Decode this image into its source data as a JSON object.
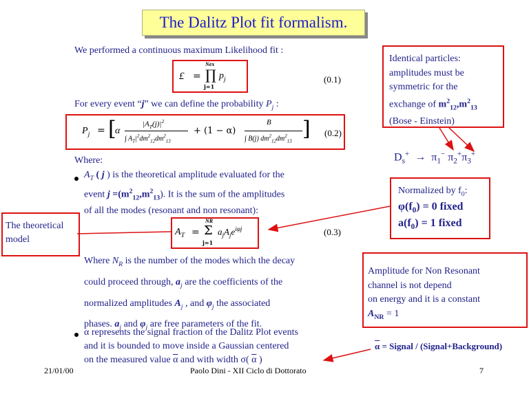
{
  "title": "The Dalitz Plot fit formalism.",
  "intro": "We performed a continuous maximum Likelihood fit :",
  "eq1": {
    "lhs": "£",
    "eq": "=",
    "prod": "∏",
    "top": "Nex",
    "bottom": "j=1",
    "term": "p",
    "sub": "j",
    "num": "(0.1)"
  },
  "event_line": {
    "a": "For every event “",
    "j": "j",
    "b": "” we can define the probability ",
    "P": "P",
    "Pj": "j",
    "colon": " :"
  },
  "eq2": {
    "lhs": "P",
    "lhs_sub": "j",
    "eq": "=",
    "alpha": "α",
    "num1": "|A",
    "num1_sub": "T",
    "num1_b": "(j)|",
    "num1_sup": "2",
    "den1": "∫ A",
    "den1_sub": "T",
    "den1_b": "|",
    "den1_sup": "2",
    "den1_c": "dm",
    "den1_d": "2",
    "den1_e": "12",
    "den1_f": "dm",
    "den1_g": "2",
    "den1_h": "13",
    "plus": "+ (1 − α)",
    "num2": "B",
    "den2": "∫ B(j) dm",
    "den2_b": "2",
    "den2_c": "12",
    "den2_d": "dm",
    "den2_e": "2",
    "den2_f": "13",
    "num": "(0.2)"
  },
  "where": "Where:",
  "bullet1": {
    "l1a": "A",
    "l1sub": "T",
    "l1b": " ( ",
    "l1j": "j",
    "l1c": " ) is the theoretical amplitude evaluated for the",
    "l2a": "event ",
    "l2j": "j",
    "l2b": " =(m",
    "l2c": "2",
    "l2d": "12",
    "l2e": ",m",
    "l2f": "2",
    "l2g": "13",
    "l2h": ").  It is the sum of the amplitudes",
    "l3": "of  all the modes (resonant and non resonant):"
  },
  "eq3": {
    "lhs": "A",
    "lhs_sub": "T",
    "eq": "=",
    "sum": "Σ",
    "top": "NR",
    "bottom": "j=1",
    "term": "a",
    "t_sub": "j",
    "t2": "A",
    "t2_sub": "j",
    "t3": "e",
    "t3_sup": "iφj",
    "num": "(0.3)"
  },
  "where_nr": {
    "l1a": "Where ",
    "l1b": "N",
    "l1c": "R",
    "l1d": " is the number of the modes which the decay",
    "l2a": "could proceed  through, ",
    "l2b": "a",
    "l2c": "j",
    "l2d": " are the coefficients of the",
    "l3a": "normalized amplitudes ",
    "l3b": "A",
    "l3c": "j",
    "l3d": " ,  and ",
    "l3e": "φ",
    "l3f": "j",
    "l3g": " the associated",
    "l4a": "phases.   ",
    "l4b": "a",
    "l4c": "j",
    "l4d": " and ",
    "l4e": "φ",
    "l4f": "j",
    "l4g": " are free parameters of the fit."
  },
  "bullet2": {
    "l1a": "α",
    "l1b": " represents the signal fraction of the Dalitz Plot events",
    "l2": "and it is bounded to move inside a Gaussian centered",
    "l3a": "on the measured value  ",
    "l3b": "α",
    "l3c": "  and with  width ",
    "l3d": "σ( ",
    "l3e": "α",
    "l3f": " )"
  },
  "box_theoretical": {
    "l1": "The theoretical",
    "l2": "model"
  },
  "box_identical": {
    "l1": "Identical particles:",
    "l2": "amplitudes must be",
    "l3": "symmetric for the",
    "l4a": "exchange of ",
    "l4b": "m",
    "l4c": "2",
    "l4d": "12",
    "l4e": ",m",
    "l4f": "2",
    "l4g": "13",
    "l5": "(Bose -  Einstein)"
  },
  "decay": {
    "D": "D",
    "D_sub": "s",
    "D_sup": "+",
    "arrow": "→",
    "p1": "π",
    "p1_sub": "1",
    "p1_sup": "−",
    "p2": "π",
    "p2_sub": "2",
    "p2_sup": "+",
    "p3": "π",
    "p3_sub": "3",
    "p3_sup": "+"
  },
  "box_normalized": {
    "l1a": "Normalized by f",
    "l1b": "0",
    "l1c": ":",
    "l2a": "φ(f",
    "l2b": "0",
    "l2c": ") =  0 fixed",
    "l3a": "a(f",
    "l3b": "0",
    "l3c": ") =  1 fixed"
  },
  "box_nonres": {
    "l1": "Amplitude for Non Resonant",
    "l2": "channel is not depend",
    "l3": "on energy and it is a constant",
    "l4a": "A",
    "l4b": "NR",
    "l4c": " = 1"
  },
  "signal_def": {
    "a": "α",
    "b": " = Signal / (Signal+Background)"
  },
  "footer": {
    "date": "21/01/00",
    "author": "Paolo Dini  -  XII Ciclo di Dottorato",
    "page": "7"
  },
  "colors": {
    "red": "#dd1111",
    "navy": "#22228a",
    "title_bg": "#ffff99",
    "title_text": "#1a1acc"
  }
}
